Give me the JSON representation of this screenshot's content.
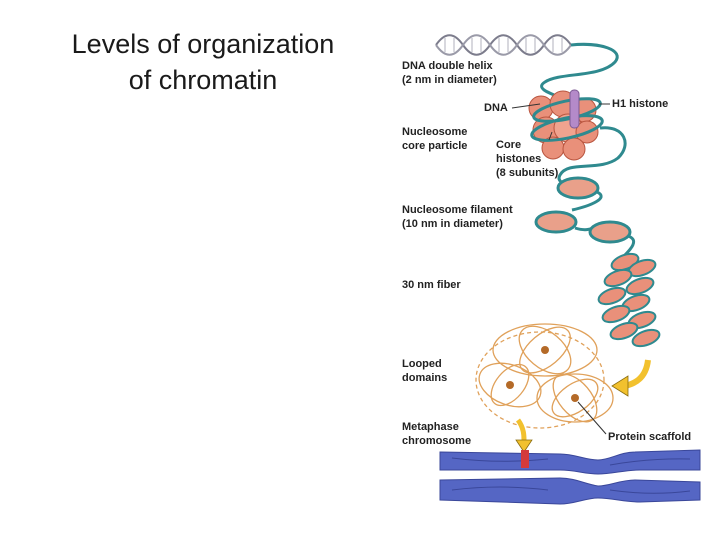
{
  "slide": {
    "title_line1": "Levels of organization",
    "title_line2": "of chromatin"
  },
  "figure": {
    "labels": {
      "dna_helix_1": "DNA double helix",
      "dna_helix_2": "(2 nm in diameter)",
      "dna": "DNA",
      "h1_histone": "H1 histone",
      "nucleosome_1": "Nucleosome",
      "nucleosome_2": "core particle",
      "core_1": "Core",
      "core_2": "histones",
      "core_3": "(8 subunits)",
      "filament_1": "Nucleosome filament",
      "filament_2": "(10 nm in diameter)",
      "fiber": "30 nm fiber",
      "looped_1": "Looped",
      "looped_2": "domains",
      "metaphase_1": "Metaphase",
      "metaphase_2": "chromosome",
      "scaffold": "Protein scaffold"
    },
    "colors": {
      "dna": "#2f8a8f",
      "histone": "#e9907a",
      "histone_dark": "#b9553f",
      "h1": "#b48ac9",
      "loops": "#e0a15a",
      "chromosome": "#5566c4",
      "centromere": "#d43a3a",
      "arrow": "#f2c12e"
    }
  }
}
